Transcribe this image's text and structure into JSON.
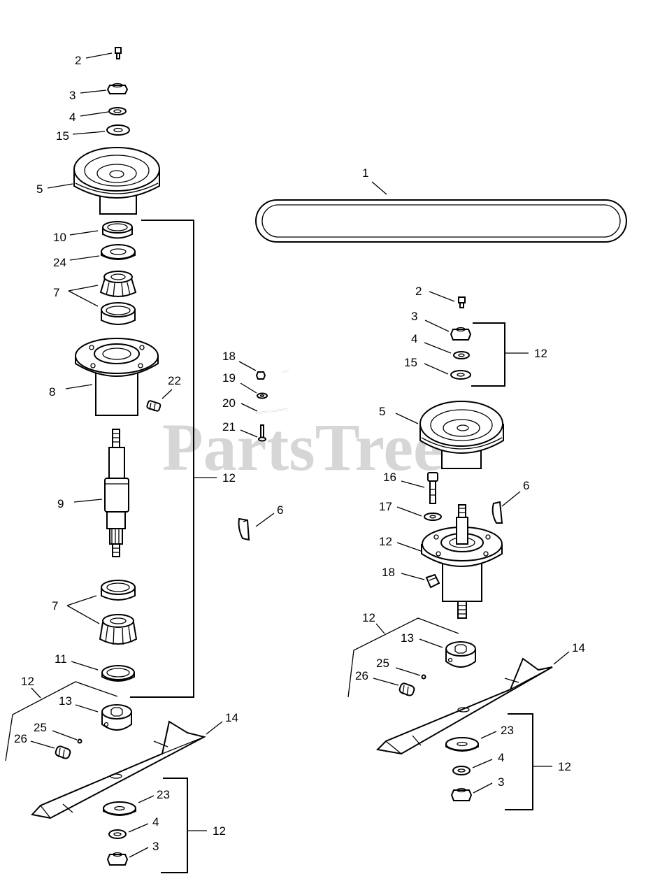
{
  "watermark": "PartsTree",
  "labels": {
    "l_belt": "1",
    "l_2": "2",
    "l_3": "3",
    "l_4": "4",
    "l_15": "15",
    "l_5": "5",
    "l_10": "10",
    "l_24": "24",
    "l_7a": "7",
    "l_8": "8",
    "l_22": "22",
    "l_9": "9",
    "l_7b": "7",
    "l_11": "11",
    "l_12_main": "12",
    "l_12_ll": "12",
    "l_13_l": "13",
    "l_25_l": "25",
    "l_26_l": "26",
    "l_14_l": "14",
    "l_23_l": "23",
    "l_4_lb": "4",
    "l_3_lb": "3",
    "l_12_lb": "12",
    "l_18_m": "18",
    "l_19_m": "19",
    "l_20_m": "20",
    "l_21_m": "21",
    "l_6_m": "6",
    "r_2": "2",
    "r_3": "3",
    "r_4": "4",
    "r_15": "15",
    "r_12_top": "12",
    "r_5": "5",
    "r_16": "16",
    "r_17": "17",
    "r_6": "6",
    "r_12_spindle": "12",
    "r_18": "18",
    "r_12_ul": "12",
    "r_13": "13",
    "r_25": "25",
    "r_26": "26",
    "r_14": "14",
    "r_23": "23",
    "r_4b": "4",
    "r_3b": "3",
    "r_12_b": "12"
  }
}
